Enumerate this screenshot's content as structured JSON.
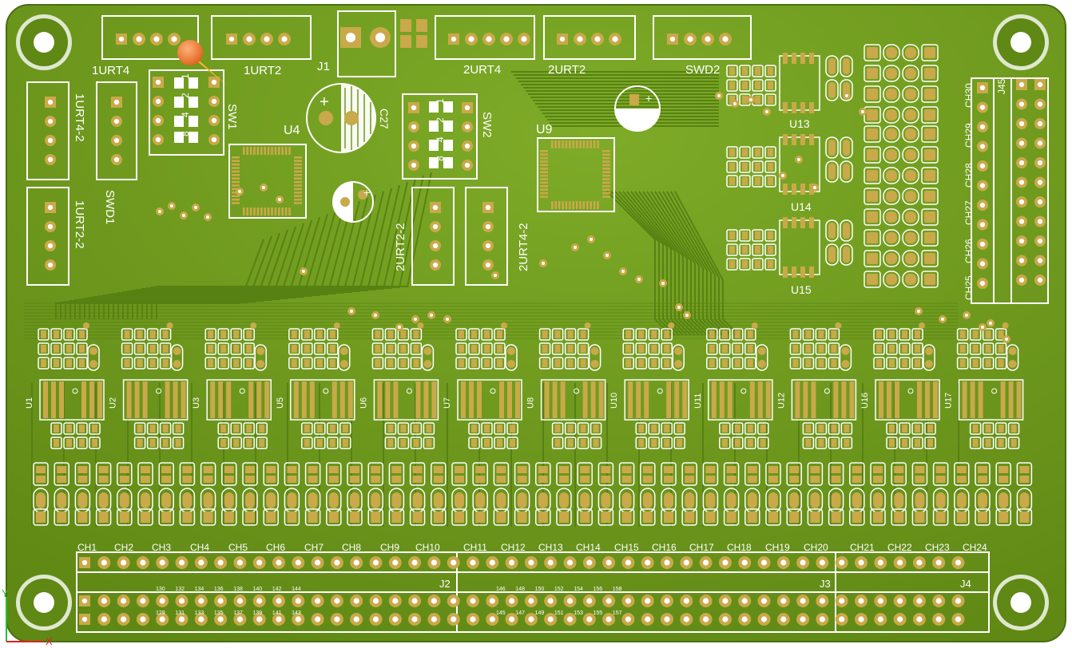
{
  "colors": {
    "board": "#6f9a1c",
    "board_dark": "#4f7610",
    "trace": "#5e8a16",
    "pad": "#c9a94a",
    "pad_hi": "#e6cc6a",
    "silk": "#ffffff",
    "hole": "#1a1a1a",
    "marker": "#f07a2a"
  },
  "connectors_top": [
    {
      "label": "1URT4"
    },
    {
      "label": "1URT2"
    },
    {
      "label": "J1"
    },
    {
      "label": "2URT4"
    },
    {
      "label": "2URT2"
    },
    {
      "label": "SWD2"
    }
  ],
  "left_connectors": [
    {
      "label": "1URT4-2"
    },
    {
      "label": "1URT2-2"
    },
    {
      "label": "SWD1"
    }
  ],
  "mid_connectors": [
    {
      "label": "2URT2-2"
    },
    {
      "label": "2URT4-2"
    }
  ],
  "switches": [
    {
      "label": "SW1",
      "pins": [
        "1",
        "2",
        "4",
        "8"
      ]
    },
    {
      "label": "SW2",
      "pins": [
        "1",
        "2",
        "4",
        "8"
      ]
    }
  ],
  "ics": [
    {
      "label": "U4"
    },
    {
      "label": "U9"
    },
    {
      "label": "C27"
    }
  ],
  "right_ics": [
    "U13",
    "U14",
    "U15"
  ],
  "right_channels": [
    "CH30",
    "CH29",
    "CH28",
    "CH27",
    "CH26",
    "CH25"
  ],
  "right_header": "J45",
  "units_row": [
    "U1",
    "U2",
    "U3",
    "U5",
    "U6",
    "U7",
    "U8",
    "U10",
    "U11",
    "U12",
    "U16",
    "U17"
  ],
  "channels_bottom": [
    "CH1",
    "CH2",
    "CH3",
    "CH4",
    "CH5",
    "CH6",
    "CH7",
    "CH8",
    "CH9",
    "CH10",
    "CH11",
    "CH12",
    "CH13",
    "CH14",
    "CH15",
    "CH16",
    "CH17",
    "CH18",
    "CH19",
    "CH20",
    "CH21",
    "CH22",
    "CH23",
    "CH24"
  ],
  "headers_bottom": [
    "J2",
    "J3",
    "J4"
  ],
  "pin_numbers_j2_top": [
    "130",
    "132",
    "134",
    "136",
    "138",
    "140",
    "142",
    "144"
  ],
  "pin_numbers_j2_bottom": [
    "129",
    "131",
    "133",
    "135",
    "137",
    "139",
    "141",
    "143"
  ],
  "pin_numbers_j3_top": [
    "146",
    "148",
    "150",
    "152",
    "154",
    "156",
    "158"
  ],
  "pin_numbers_j3_bottom": [
    "145",
    "147",
    "149",
    "151",
    "153",
    "155",
    "157"
  ],
  "axis": {
    "y": "Y",
    "x": "X"
  }
}
